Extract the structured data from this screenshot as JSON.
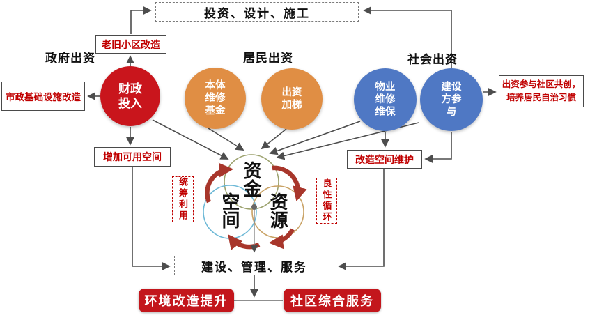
{
  "top_flow": {
    "label": "投资、设计、施工"
  },
  "government": {
    "section_label": "政府出资",
    "renovation_box": "老旧小区改造",
    "municipal_box": "市政基础设施改造",
    "circle_lines": [
      "财政",
      "投入"
    ]
  },
  "residents": {
    "section_label": "居民出资",
    "fund_circle_lines": [
      "本体",
      "维修",
      "基金"
    ],
    "elevator_circle_lines": [
      "出资",
      "加梯"
    ]
  },
  "social": {
    "section_label": "社会出资",
    "property_circle_lines": [
      "物业",
      "维修",
      "维保"
    ],
    "builder_circle_lines": [
      "建设",
      "方参",
      "与"
    ],
    "cocreate_lines": [
      "出资参与社区共创，",
      "培养居民自治习惯"
    ]
  },
  "middle": {
    "space_box": "增加可用空间",
    "maintain_box": "改造空间维护",
    "left_tag": "统筹利用",
    "right_tag": "良性循环"
  },
  "venn": {
    "top": "资金",
    "left": "空间",
    "right": "资源"
  },
  "bottom": {
    "flow_box": "建设、管理、服务",
    "env_box": "环境改造提升",
    "service_box": "社区综合服务"
  },
  "colors": {
    "gov_circle": "#c9151c",
    "resident_circle": "#e08e44",
    "social_circle": "#4f78c4",
    "red_text": "#c00000",
    "bottom_pill": "#c3161c",
    "connector": "#4d4d4d",
    "cycle_arrow": "#a8362b",
    "venn_top_stroke": "#9aa06b",
    "venn_left_stroke": "#6cb8d6",
    "venn_right_stroke": "#c9a265"
  }
}
